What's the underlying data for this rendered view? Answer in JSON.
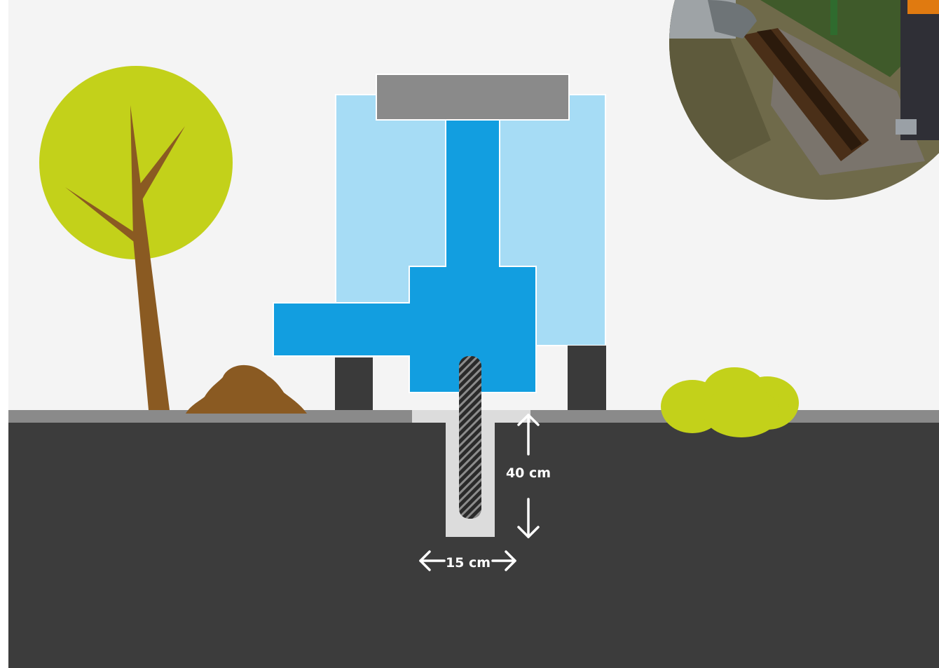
{
  "labels": {
    "depth": "40 cm",
    "width": "15 cm"
  },
  "colors": {
    "sky": "#f4f4f4",
    "ground": "#3c3c3c",
    "surface": "#8a8a8a",
    "trench": "#dcdcdc",
    "machine_light": "#a6dcf5",
    "machine_dark": "#129ee0",
    "machine_top": "#8a8a8a",
    "wheel": "#3a3a3a",
    "tree_foliage": "#c3d11a",
    "tree_trunk": "#8a5a22",
    "soil_pile": "#8a5a22",
    "bush": "#c3d11a"
  },
  "icons": {
    "tree": "tree-icon",
    "soil": "soil-pile-icon",
    "bush": "bush-icon",
    "photo": "trench-photo"
  }
}
